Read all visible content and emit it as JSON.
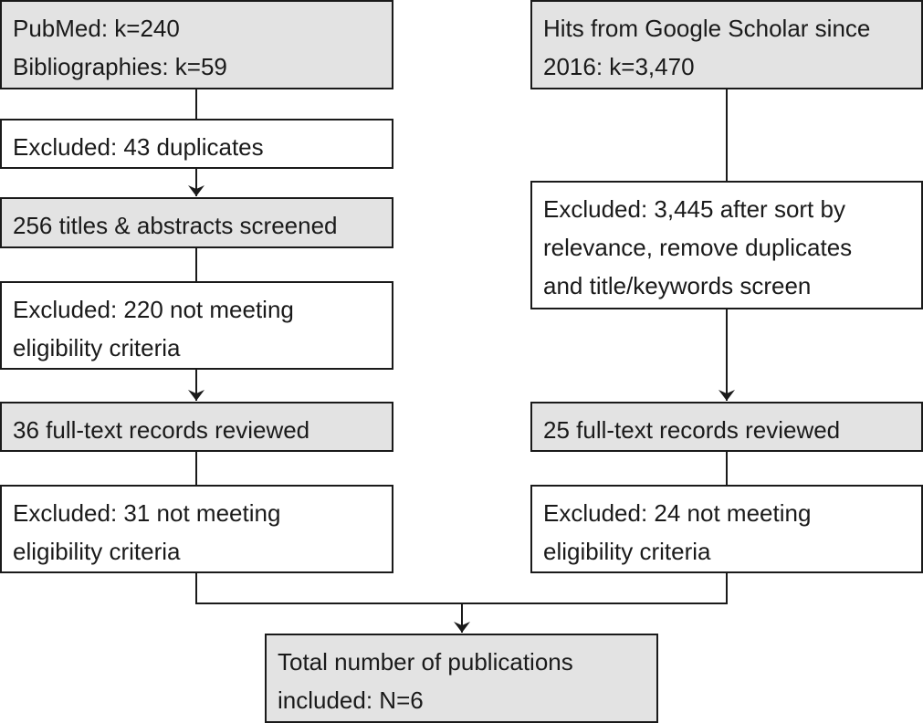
{
  "left_column": {
    "sources": {
      "lines": [
        "PubMed: k=240",
        "Bibliographies: k=59"
      ]
    },
    "excluded_duplicates": {
      "lines": [
        "Excluded: 43 duplicates"
      ]
    },
    "screened": {
      "lines": [
        "256 titles & abstracts screened"
      ]
    },
    "excluded_screening": {
      "lines": [
        "Excluded: 220 not meeting",
        "eligibility criteria"
      ]
    },
    "fulltext": {
      "lines": [
        "36 full-text records reviewed"
      ]
    },
    "excluded_fulltext": {
      "lines": [
        "Excluded: 31 not meeting",
        "eligibility criteria"
      ]
    }
  },
  "right_column": {
    "sources": {
      "lines": [
        "Hits from Google Scholar since",
        "2016: k=3,470"
      ]
    },
    "excluded_screening": {
      "lines": [
        "Excluded: 3,445 after sort by",
        "relevance, remove duplicates",
        "and title/keywords screen"
      ]
    },
    "fulltext": {
      "lines": [
        "25 full-text records reviewed"
      ]
    },
    "excluded_fulltext": {
      "lines": [
        "Excluded: 24 not meeting",
        "eligibility criteria"
      ]
    }
  },
  "result": {
    "lines": [
      "Total number of publications",
      "included: N=6"
    ]
  }
}
